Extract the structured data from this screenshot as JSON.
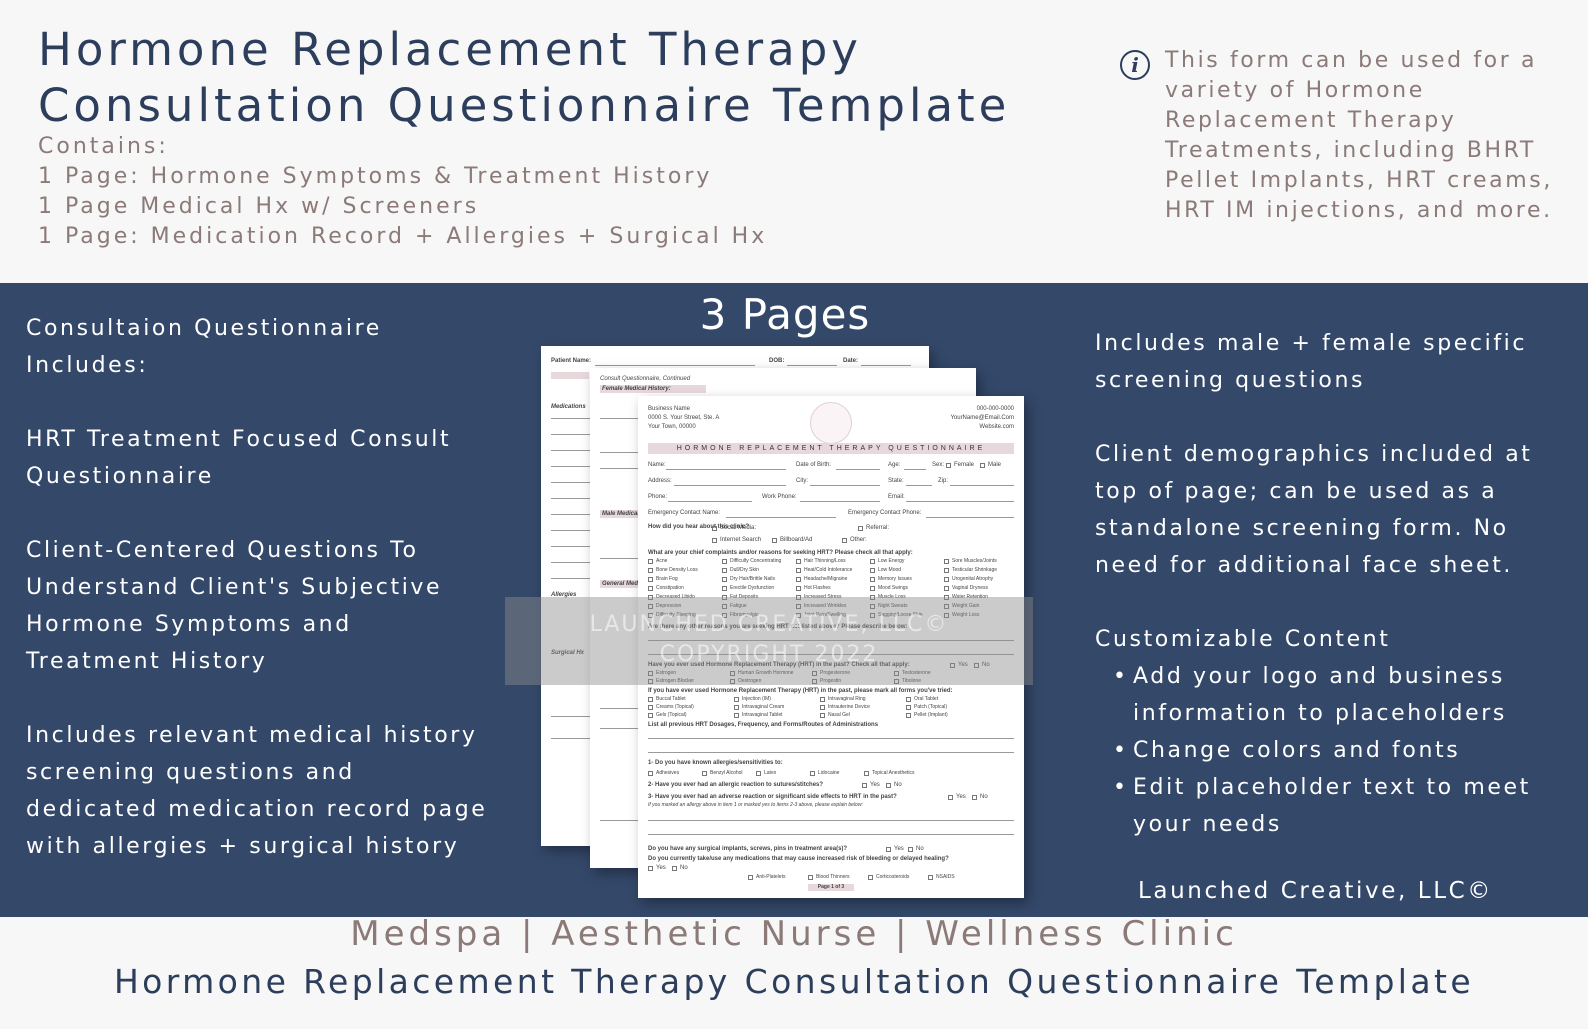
{
  "header": {
    "title_line1": "Hormone Replacement Therapy",
    "title_line2": "Consultation Questionnaire Template",
    "contains_label": "Contains:",
    "contains_items": [
      "1 Page: Hormone Symptoms & Treatment History",
      "1 Page Medical Hx w/ Screeners",
      "1 Page: Medication Record + Allergies + Surgical Hx"
    ],
    "info_icon": "info-icon",
    "info_lines": [
      "This form can be used for a",
      "variety of  Hormone",
      "Replacement Therapy",
      "Treatments, including BHRT",
      "Pellet Implants, HRT creams,",
      "HRT IM injections, and more."
    ]
  },
  "main": {
    "pages_title": "3 Pages",
    "left_blocks": [
      "Consultaion Questionnaire Includes:",
      "HRT Treatment Focused Consult Questionnaire",
      "Client-Centered Questions To Understand Client's Subjective Hormone Symptoms and Treatment History",
      "Includes relevant medical history screening questions and dedicated medication record page with allergies + surgical history"
    ],
    "right_blocks": [
      "Includes male + female specific screening questions",
      "Client demographics included at top of page; can be used as a standalone screening form. No need for additional face sheet."
    ],
    "customizable_title": "Customizable Content",
    "customizable_items": [
      "Add your logo and business information to placeholders",
      "Change colors and fonts",
      "Edit placeholder text to meet your needs"
    ],
    "brand": "Launched Creative, LLC©",
    "watermark_line1": "LAUNCHED CREATIVE, LLC©",
    "watermark_line2": "COPYRIGHT 2022"
  },
  "form_preview": {
    "back_sheet": {
      "patient_name": "Patient Name:",
      "dob": "DOB:",
      "date": "Date:",
      "medications": "Medications",
      "allergies": "Allergies",
      "surgical": "Surgical Hx"
    },
    "middle_sheet": {
      "continued": "Consult Questionnaire, Continued",
      "female_hx": "Female Medical History:",
      "male_hx": "Male Medical History",
      "general_hx": "General Medical History"
    },
    "front_sheet": {
      "business_name": "Business Name",
      "address1": "0000 S. Your Street, Ste. A",
      "address2": "Your Town, 00000",
      "phone": "000-000-0000",
      "email": "YourName@Email.Com",
      "website": "Website.com",
      "form_title": "HORMONE REPLACEMENT THERAPY QUESTIONNAIRE",
      "fields_row1": [
        "Name:",
        "Date of Birth:",
        "Age:",
        "Sex:",
        "Female",
        "Male"
      ],
      "fields_row2": [
        "Address:",
        "City:",
        "State:",
        "Zip:"
      ],
      "fields_row3": [
        "Phone:",
        "Work Phone:",
        "Email:"
      ],
      "fields_row4": [
        "Emergency Contact Name:",
        "Emergency Contact Phone:"
      ],
      "hear_about": "How did you hear about this clinic?",
      "hear_options": [
        "Social Media:",
        "Referral:",
        "Internet Search",
        "Billboard/Ad",
        "Other:"
      ],
      "complaints_q": "What are your chief complaints and/or reasons for seeking HRT? Please check all that apply:",
      "symptoms": [
        "Acne",
        "Difficulty Concentrating",
        "Hair Thinning/Loss",
        "Low Energy",
        "Sore Muscles/Joints",
        "Bone Density Loss",
        "Dull/Dry Skin",
        "Heat/Cold Intolerance",
        "Low Mood",
        "Testicular Shrinkage",
        "Brain Fog",
        "Dry Hair/Brittle Nails",
        "Headache/Migraine",
        "Memory Issues",
        "Urogenital Atrophy",
        "Constipation",
        "Erectile Dysfunction",
        "Hot Flashes",
        "Mood Swings",
        "Vaginal Dryness",
        "Decreased Libido",
        "Fat Deposits",
        "Increased Stress",
        "Muscle Loss",
        "Water Retention",
        "Depression",
        "Fatigue",
        "Increased Wrinkles",
        "Night Sweats",
        "Weight Gain",
        "Difficulty Sleeping",
        "Fibromyalgia",
        "Joint Pain/Swelling",
        "Sagging/Loose Skin",
        "Weight Loss"
      ],
      "other_reasons_q": "Are there any other reasons you are seeking HRT not listed above? Please describe below:",
      "used_hrt_q": "Have you ever used Hormone Replacement Therapy (HRT) in the past? Check all that apply:",
      "hrt_types": [
        "Estrogen",
        "Human Growth Hormone",
        "Progesterone",
        "Testosterone",
        "Estrogen Blocker",
        "Oestrogen",
        "Progestin",
        "Tibolone"
      ],
      "forms_q": "If you have ever used Hormone Replacement Therapy (HRT) in the past, please mark all forms you've tried:",
      "hrt_forms": [
        "Buccal Tablet",
        "Injection (IM)",
        "Intravaginal Ring",
        "Oral Tablet",
        "Creams (Topical)",
        "Intravaginal Cream",
        "Intrauterine Device",
        "Patch (Topical)",
        "Gels (Topical)",
        "Intravaginal Tablet",
        "Nasal Gel",
        "Pellet (Implant)"
      ],
      "dosages_q": "List all previous HRT Dosages, Frequency, and Forms/Routes of Administrations",
      "allergies_q": "1- Do you have known allergies/sensitivities to:",
      "allergy_options": [
        "Adhesives",
        "Benzyl Alcohol",
        "Latex",
        "Lidocaine",
        "Topical Anesthetics"
      ],
      "sutures_q": "2- Have you ever had an allergic reaction to sutures/stitches?",
      "adverse_q": "3- Have you ever had an adverse reaction or significant side effects to HRT in the past?",
      "adverse_note": "If you marked an allergy above in item 1 or marked yes to items 2-3 above, please explain below:",
      "implants_q": "Do you have any surgical implants, screws, pins in treatment area(s)?",
      "bleeding_q": "Do you currently take/use any medications that may cause increased risk of bleeding or delayed healing?",
      "bleeding_options": [
        "Anti-Platelets",
        "Blood Thinners",
        "Corticosteroids",
        "NSAIDS"
      ],
      "yes": "Yes",
      "no": "No",
      "page_label": "Page 1 of 3"
    }
  },
  "footer": {
    "tagline": "Medspa | Aesthetic Nurse | Wellness Clinic",
    "title": "Hormone Replacement Therapy Consultation Questionnaire Template"
  },
  "colors": {
    "navy": "#34486a",
    "title_navy": "#2c3e5c",
    "mauve": "#8b7a78",
    "background": "#f7f7f7"
  }
}
